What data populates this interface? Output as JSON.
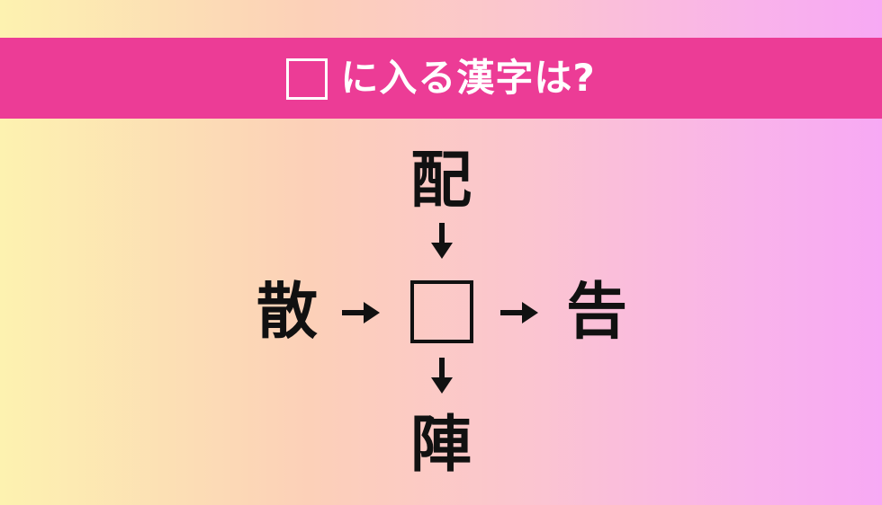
{
  "banner": {
    "text": "に入る漢字は?",
    "background_color": "#ec3c96",
    "text_color": "#ffffff"
  },
  "puzzle": {
    "top": "配",
    "left": "散",
    "right": "告",
    "bottom": "陣"
  },
  "icons": {
    "blank_box": "square-outline",
    "arrow_down": "arrow-down-icon",
    "arrow_right": "arrow-right-icon"
  },
  "colors": {
    "gradient_left": "#fdf2b0",
    "gradient_right": "#f7a9f4",
    "ink": "#111111"
  }
}
